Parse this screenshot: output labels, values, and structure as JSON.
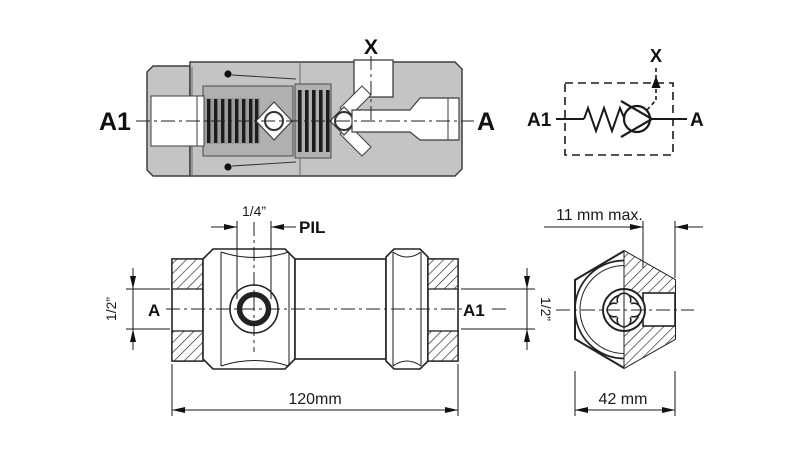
{
  "colors": {
    "body_fill": "#c4c4c4",
    "body_inner": "#b0b0b0",
    "line": "#222222"
  },
  "cross_section": {
    "label_a1": "A1",
    "label_a": "A",
    "label_x": "X"
  },
  "schematic": {
    "label_a1": "A1",
    "label_a": "A",
    "label_x": "X"
  },
  "side_view": {
    "label_a": "A",
    "label_a1": "A1",
    "label_pil": "PIL",
    "dim_pilot_port": "1/4”",
    "dim_port_left": "1/2”",
    "dim_port_right": "1/2”",
    "dim_length": "120mm"
  },
  "end_view": {
    "dim_depth": "11 mm max.",
    "dim_across_flats": "42 mm"
  }
}
